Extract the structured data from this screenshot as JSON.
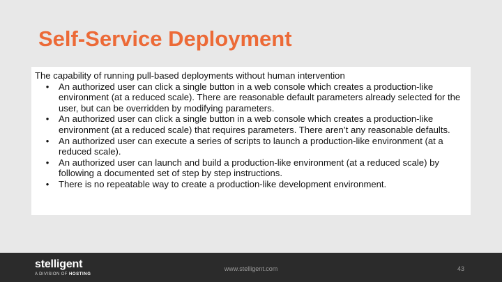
{
  "slide": {
    "title": "Self-Service Deployment",
    "intro": "The capability of running pull-based deployments without human intervention",
    "bullet_marker": "•",
    "bullets": [
      "An authorized user can click a single button in a web console which creates a production-like environment (at a reduced scale). There are reasonable default parameters already selected for the user, but can be overridden by modifying parameters.",
      "An authorized user can click a single button in a web console which creates a production-like environment (at a reduced scale) that requires parameters. There aren’t any reasonable defaults.",
      "An authorized user can execute a series of scripts to launch a production-like environment (at a reduced scale).",
      "An authorized user can launch and build a production-like environment (at a reduced scale) by following a documented set of step by step instructions.",
      "There is no repeatable way to create a production-like development environment."
    ]
  },
  "footer": {
    "logo_word": "stelligent",
    "logo_sub": "A DIVISION OF",
    "logo_brand": "HOSTING",
    "url": "www.stelligent.com",
    "page_number": "43"
  },
  "colors": {
    "title": "#ec6a37",
    "background": "#e8e8e8",
    "footer": "#2b2b2b"
  }
}
